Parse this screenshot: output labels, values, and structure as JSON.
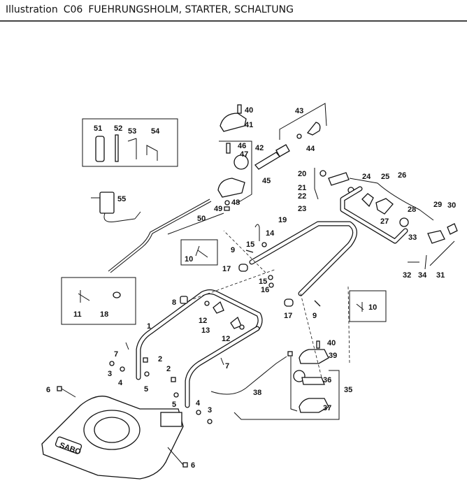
{
  "header": {
    "prefix": "Illustration",
    "code": "C06",
    "title": "FUEHRUNGSHOLM, STARTER, SCHALTUNG"
  },
  "diagram": {
    "brand_text": "SABO",
    "callouts": {
      "c1": "1",
      "c2a": "2",
      "c2b": "2",
      "c3a": "3",
      "c3b": "3",
      "c4a": "4",
      "c4b": "4",
      "c5a": "5",
      "c5b": "5",
      "c6a": "6",
      "c6b": "6",
      "c7a": "7",
      "c7b": "7",
      "c8": "8",
      "c9a": "9",
      "c9b": "9",
      "c10a": "10",
      "c10b": "10",
      "c11": "11",
      "c12a": "12",
      "c12b": "12",
      "c13": "13",
      "c14": "14",
      "c15a": "15",
      "c15b": "15",
      "c16": "16",
      "c17a": "17",
      "c17b": "17",
      "c18": "18",
      "c19": "19",
      "c20": "20",
      "c21": "21",
      "c22": "22",
      "c23": "23",
      "c24": "24",
      "c25": "25",
      "c26": "26",
      "c27": "27",
      "c28": "28",
      "c29": "29",
      "c30": "30",
      "c31": "31",
      "c32": "32",
      "c33": "33",
      "c34": "34",
      "c35": "35",
      "c36": "36",
      "c37": "37",
      "c38": "38",
      "c39": "39",
      "c40a": "40",
      "c40b": "40",
      "c41": "41",
      "c42": "42",
      "c43": "43",
      "c44": "44",
      "c45": "45",
      "c46": "46",
      "c47": "47",
      "c48": "48",
      "c49": "49",
      "c50": "50",
      "c51": "51",
      "c52": "52",
      "c53": "53",
      "c54": "54",
      "c55": "55"
    }
  }
}
